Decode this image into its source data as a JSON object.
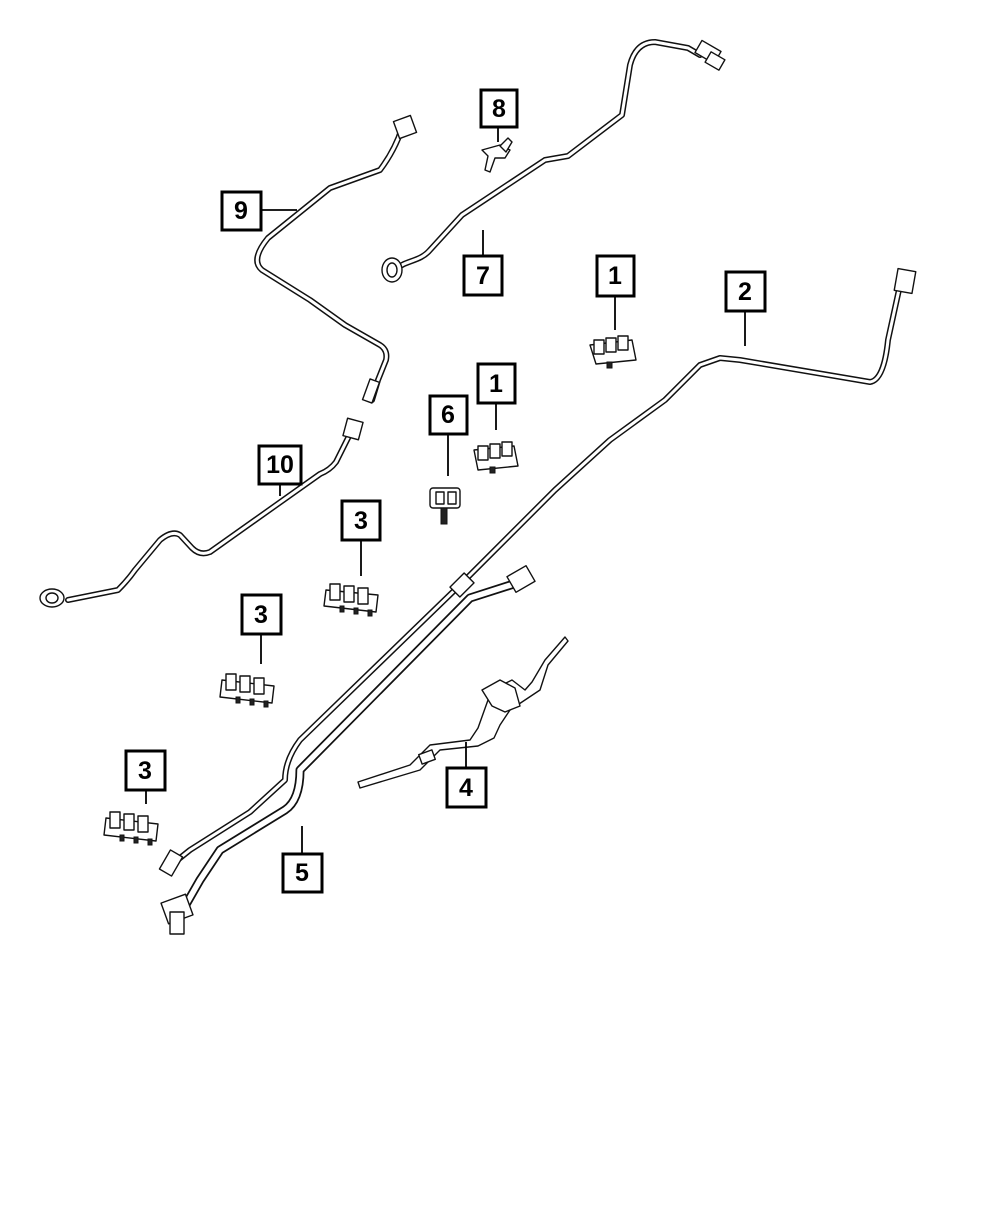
{
  "callouts": [
    {
      "id": "c1a",
      "label": "1"
    },
    {
      "id": "c1b",
      "label": "1"
    },
    {
      "id": "c2",
      "label": "2"
    },
    {
      "id": "c3a",
      "label": "3"
    },
    {
      "id": "c3b",
      "label": "3"
    },
    {
      "id": "c3c",
      "label": "3"
    },
    {
      "id": "c4",
      "label": "4"
    },
    {
      "id": "c5",
      "label": "5"
    },
    {
      "id": "c6",
      "label": "6"
    },
    {
      "id": "c7",
      "label": "7"
    },
    {
      "id": "c8",
      "label": "8"
    },
    {
      "id": "c9",
      "label": "9"
    },
    {
      "id": "c10",
      "label": "10"
    }
  ]
}
